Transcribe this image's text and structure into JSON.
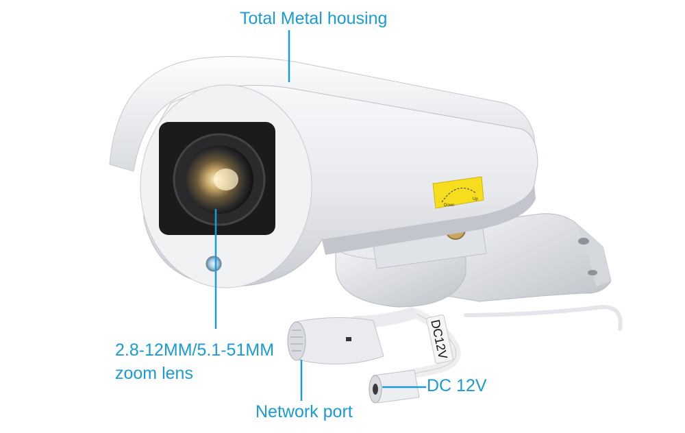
{
  "callouts": {
    "housing": "Total Metal housing",
    "lens_line1": "2.8-12MM/5.1-51MM",
    "lens_line2": "zoom lens",
    "dc": "DC 12V",
    "network": "Network port"
  },
  "camera": {
    "cable_tag": "DC12V",
    "sticker_left": "Down",
    "sticker_right": "Up"
  },
  "colors": {
    "callout": "#1a9ad6",
    "sticker": "#f6de1e"
  }
}
